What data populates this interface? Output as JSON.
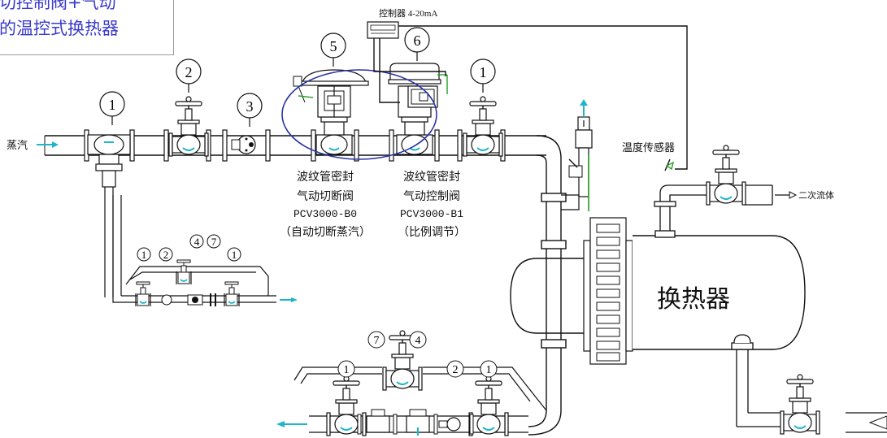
{
  "title_box": {
    "line1": "切控制阀+气动",
    "line2": "的温控式换热器"
  },
  "controller_label": "控制器 4-20mA",
  "steam_label": "蒸汽",
  "temp_sensor_label": "温度传感器",
  "secondary_fluid_label": "二次流体",
  "exchanger_label": "换热器",
  "valve5_desc": [
    "波纹管密封",
    "气动切断阀",
    "PCV3000-B0",
    "（自动切断蒸汽）"
  ],
  "valve6_desc": [
    "波纹管密封",
    "气动控制阀",
    "PCV3000-B1",
    "（比例调节）"
  ],
  "balloons": {
    "b1": "1",
    "b2": "2",
    "b3": "3",
    "b4": "4",
    "b5": "5",
    "b6": "6",
    "b7": "7"
  },
  "colors": {
    "line": "#111111",
    "accent": "#1fb5c9",
    "highlight_circle": "#2a34a6",
    "title_text": "#3a3ac8",
    "green": "#22a022"
  }
}
